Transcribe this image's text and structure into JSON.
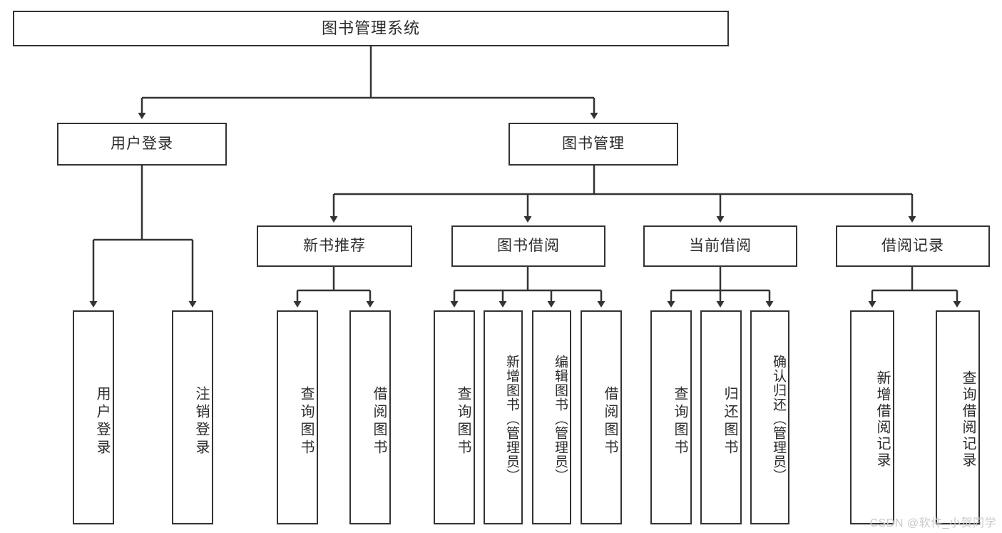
{
  "diagram": {
    "title": "图书管理系统",
    "watermark": "CSDN @软件_小贺同学",
    "colors": {
      "border": "#333333",
      "text": "#2b2b2b",
      "background": "#ffffff",
      "watermark": "#c9c9c9"
    },
    "nodes": {
      "root": "图书管理系统",
      "level1": [
        "用户登录",
        "图书管理"
      ],
      "level2": [
        "新书推荐",
        "图书借阅",
        "当前借阅",
        "借阅记录"
      ],
      "leaves_user_login": [
        "用户登录",
        "注销登录"
      ],
      "leaves_new_book": [
        "查询图书",
        "借阅图书"
      ],
      "leaves_borrow": [
        "查询图书",
        "新增图书（管理员）",
        "编辑图书（管理员）",
        "借阅图书"
      ],
      "leaves_current": [
        "查询图书",
        "归还图书",
        "确认归还（管理员）"
      ],
      "leaves_record": [
        "新增借阅记录",
        "查询借阅记录"
      ]
    }
  }
}
